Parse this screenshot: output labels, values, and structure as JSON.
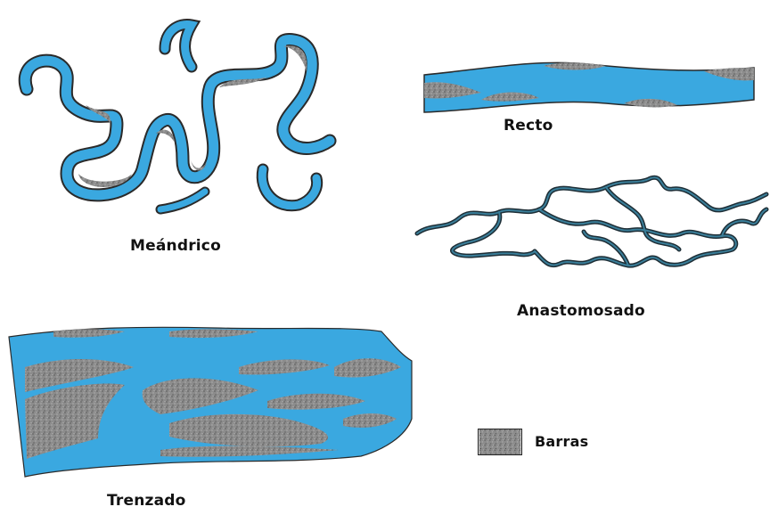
{
  "labels": {
    "meandrico": "Meándrico",
    "recto": "Recto",
    "anastomosado": "Anastomosado",
    "trenzado": "Trenzado"
  },
  "legend": {
    "barras": "Barras"
  },
  "colors": {
    "water": "#3aa8e0",
    "bar": "#8a8a8a",
    "outline": "#2a2a2a",
    "anastomosed_line": "#2f5f74"
  }
}
